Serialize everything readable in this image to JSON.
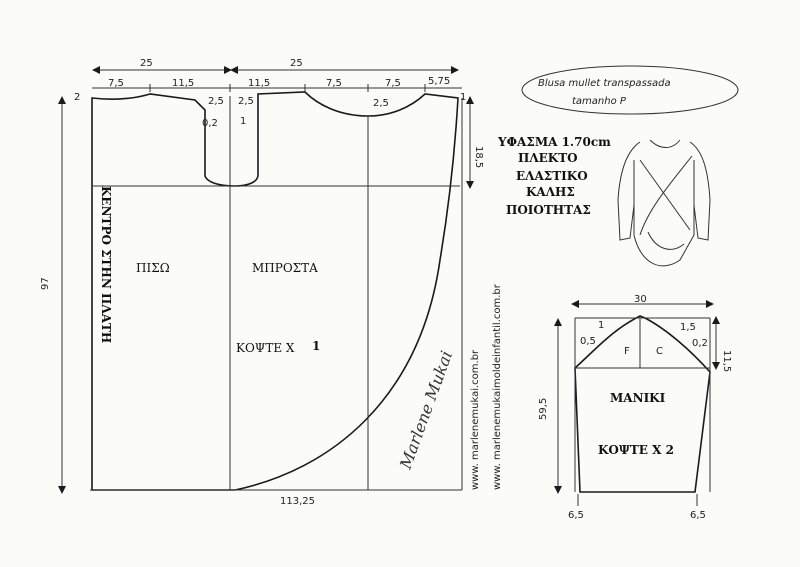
{
  "title_note": {
    "line1": "Blusa mullet transpassada",
    "line2": "tamanho P"
  },
  "fabric": {
    "line1": "ΥΦΑΣΜΑ 1.70cm",
    "line2": "ΠΛΕΚΤΟ",
    "line3": "ΕΛΑΣΤΙΚΟ",
    "line4": "ΚΑΛΗΣ",
    "line5": "ΠΟΙΟΤΗΤΑΣ"
  },
  "body_piece": {
    "fold_label": "ΚΕΝΤΡΟ ΣΤΗΝ ΠΛΑΤΗ",
    "back_label": "ΠΙΣΩ",
    "front_label": "ΜΠΡΟΣΤΑ",
    "cut_label": "ΚΟΨΤΕ Χ",
    "cut_count": "1",
    "top_width_left": "25",
    "top_width_right": "25",
    "seg_1": "7,5",
    "seg_2": "11,5",
    "seg_3": "11,5",
    "seg_4": "7,5",
    "seg_5": "7,5",
    "seg_6": "5,75",
    "left_drop": "2",
    "right_drop": "1",
    "neck_depth": "2,5",
    "neck_depth_2": "2,5",
    "neck_depth_3": "2,5",
    "neck_curve_small": "0,2",
    "neck_mark": "1",
    "armhole_depth": "18,5",
    "height": "97",
    "hem_width": "113,25"
  },
  "sleeve_piece": {
    "label": "ΜΑΝΙΚΙ",
    "cut_label": "ΚΟΨΤΕ Χ 2",
    "width": "30",
    "cap_height": "11,5",
    "length": "59,5",
    "left_curve": "0,5",
    "right_curve": "0,2",
    "left_mark": "1",
    "right_mark": "1,5",
    "f_label": "F",
    "c_label": "C",
    "cuff_left": "6,5",
    "cuff_right": "6,5"
  },
  "watermarks": {
    "line1": "www. marlenemukai.com.br",
    "line2": "www. marlenemukaimoldeinfantil.com.br"
  },
  "signature": "Marlene Mukai",
  "icons": {
    "arrow": "arrow-icon"
  }
}
